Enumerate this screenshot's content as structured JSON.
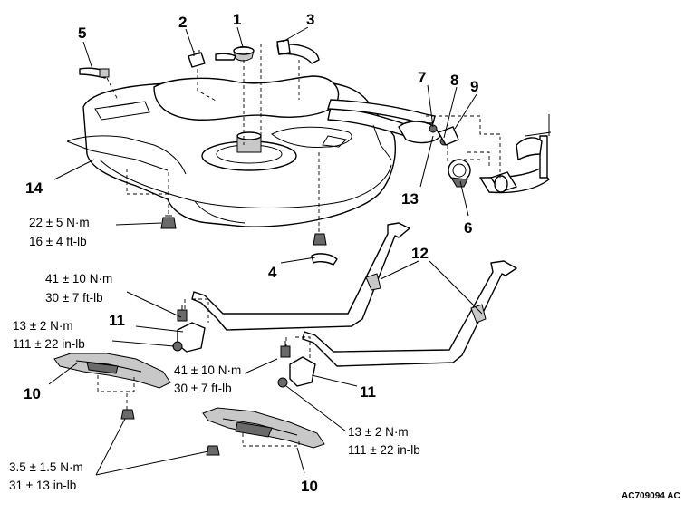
{
  "callouts": {
    "c1": "1",
    "c2": "2",
    "c3": "3",
    "c4": "4",
    "c5": "5",
    "c6": "6",
    "c7": "7",
    "c8": "8",
    "c9": "9",
    "c10a": "10",
    "c10b": "10",
    "c11a": "11",
    "c11b": "11",
    "c12": "12",
    "c13": "13",
    "c14": "14"
  },
  "torques": {
    "t_tank_nm": "22 ± 5 N·m",
    "t_tank_ft": "16 ± 4 ft-lb",
    "t_band_bolt_l_nm": "41 ± 10 N·m",
    "t_band_bolt_l_ft": "30 ± 7 ft-lb",
    "t_band_nut_l_nm": "13 ± 2 N·m",
    "t_band_nut_l_in": "111 ± 22 in-lb",
    "t_band_bolt_r_nm": "41 ± 10 N·m",
    "t_band_bolt_r_ft": "30 ± 7 ft-lb",
    "t_band_nut_r_nm": "13 ± 2 N·m",
    "t_band_nut_r_in": "111 ± 22 in-lb",
    "t_protector_nm": "3.5 ± 1.5 N·m",
    "t_protector_in": "31 ± 13 in-lb"
  },
  "figure_code": "AC709094 AC"
}
